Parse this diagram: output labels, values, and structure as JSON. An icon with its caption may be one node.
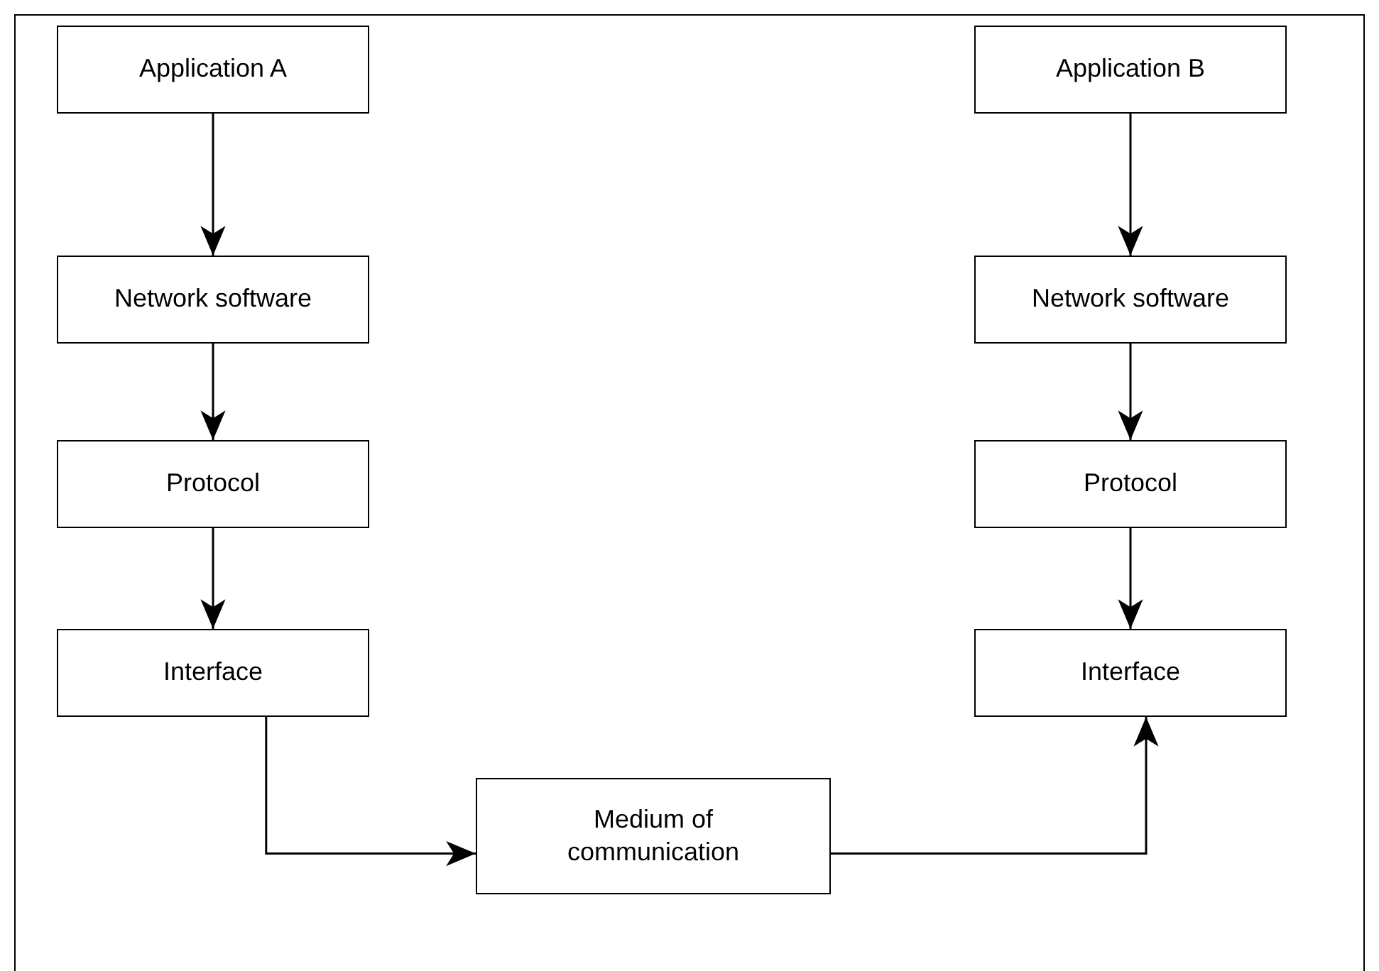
{
  "diagram": {
    "nodes": [
      {
        "text": [
          "Application A"
        ]
      },
      {
        "text": [
          "Network software"
        ]
      },
      {
        "text": [
          "Protocol"
        ]
      },
      {
        "text": [
          "Interface"
        ]
      },
      {
        "text": [
          "Application B"
        ]
      },
      {
        "text": [
          "Network software"
        ]
      },
      {
        "text": [
          "Protocol"
        ]
      },
      {
        "text": [
          "Interface"
        ]
      },
      {
        "text": [
          "Medium of communication"
        ]
      }
    ],
    "edges": [
      {
        "from": 0,
        "to": 1,
        "arrow": "to"
      },
      {
        "from": 1,
        "to": 2,
        "arrow": "to"
      },
      {
        "from": 2,
        "to": 3,
        "arrow": "to"
      },
      {
        "from": 3,
        "to": 8,
        "arrow": "to"
      },
      {
        "from": 8,
        "to": 7,
        "arrow": "to"
      },
      {
        "from": 4,
        "to": 5,
        "arrow": "to"
      },
      {
        "from": 5,
        "to": 6,
        "arrow": "to"
      },
      {
        "from": 6,
        "to": 7,
        "arrow": "to"
      }
    ]
  }
}
